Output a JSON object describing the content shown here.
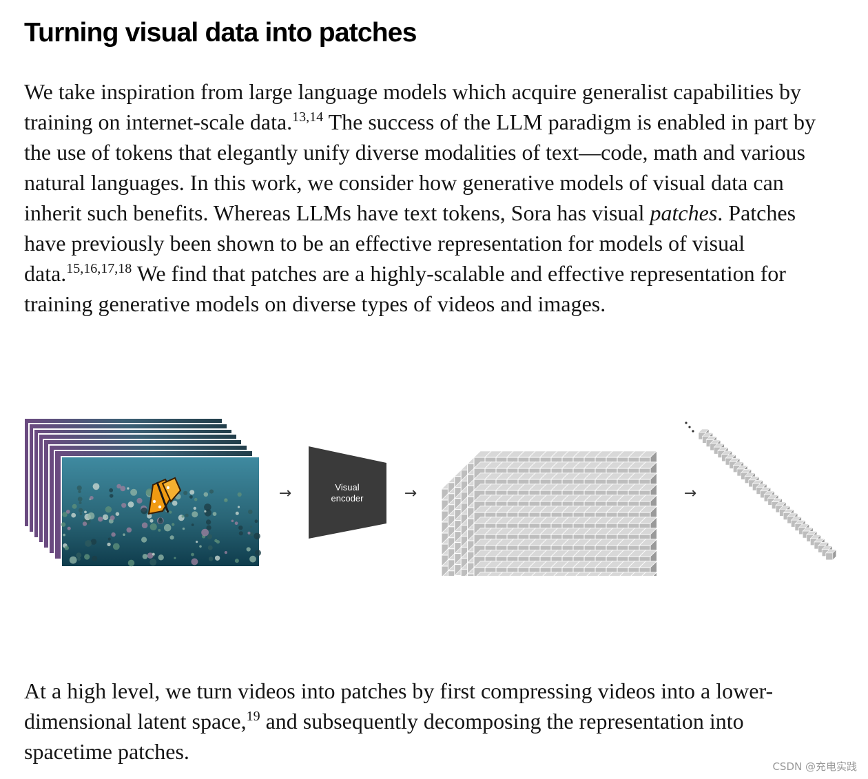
{
  "section": {
    "title": "Turning visual data into patches"
  },
  "paragraph1": {
    "text_a": "We take inspiration from large language models which acquire generalist capabilities by training on internet-scale data.",
    "ref_a": "13,14",
    "text_b": " The success of the LLM paradigm is enabled in part by the use of tokens that elegantly unify diverse modalities of text—code, math and various natural languages. In this work, we consider how generative models of visual data can inherit such benefits. Whereas LLMs have text tokens, Sora has visual ",
    "emphasis": "patches",
    "text_c": ". Patches have previously been shown to be an effective representation for models of visual data.",
    "ref_b": "15,16,17,18",
    "text_d": " We find that patches are a highly-scalable and effective representation for training generative models on diverse types of videos and images."
  },
  "figure": {
    "encoder_label_line1": "Visual",
    "encoder_label_line2": "encoder",
    "arrow_glyph": "→",
    "colors": {
      "encoder_fill": "#3a3a3a",
      "cube_face": "#bdbdbd",
      "cube_top": "#d8d8d8",
      "cube_side": "#9a9a9a",
      "ocean_dark": "#0f3c4c",
      "ocean_light": "#3f8aa0",
      "butterfly": "#f09a12"
    }
  },
  "paragraph2": {
    "text_a": "At a high level, we turn videos into patches by first compressing videos into a lower-dimensional latent space,",
    "ref_a": "19",
    "text_b": " and subsequently decomposing the representation into spacetime patches."
  },
  "watermark": {
    "text": "CSDN @充电实践"
  }
}
